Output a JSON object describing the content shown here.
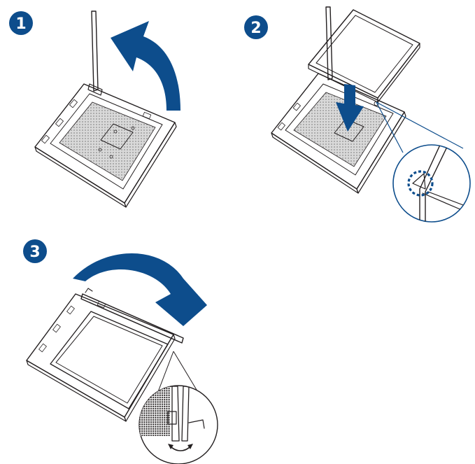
{
  "steps": [
    {
      "number": "1"
    },
    {
      "number": "2"
    },
    {
      "number": "3"
    }
  ],
  "colors": {
    "badge": "#0d4d8c",
    "arrow": "#0d4d8c",
    "socket_grid": "#bdbdbd",
    "line": "#231f20"
  },
  "icons": [
    "curved-arrow-icon",
    "down-arrow-icon",
    "rotate-arrow-icon",
    "magnifier-callout-icon"
  ]
}
